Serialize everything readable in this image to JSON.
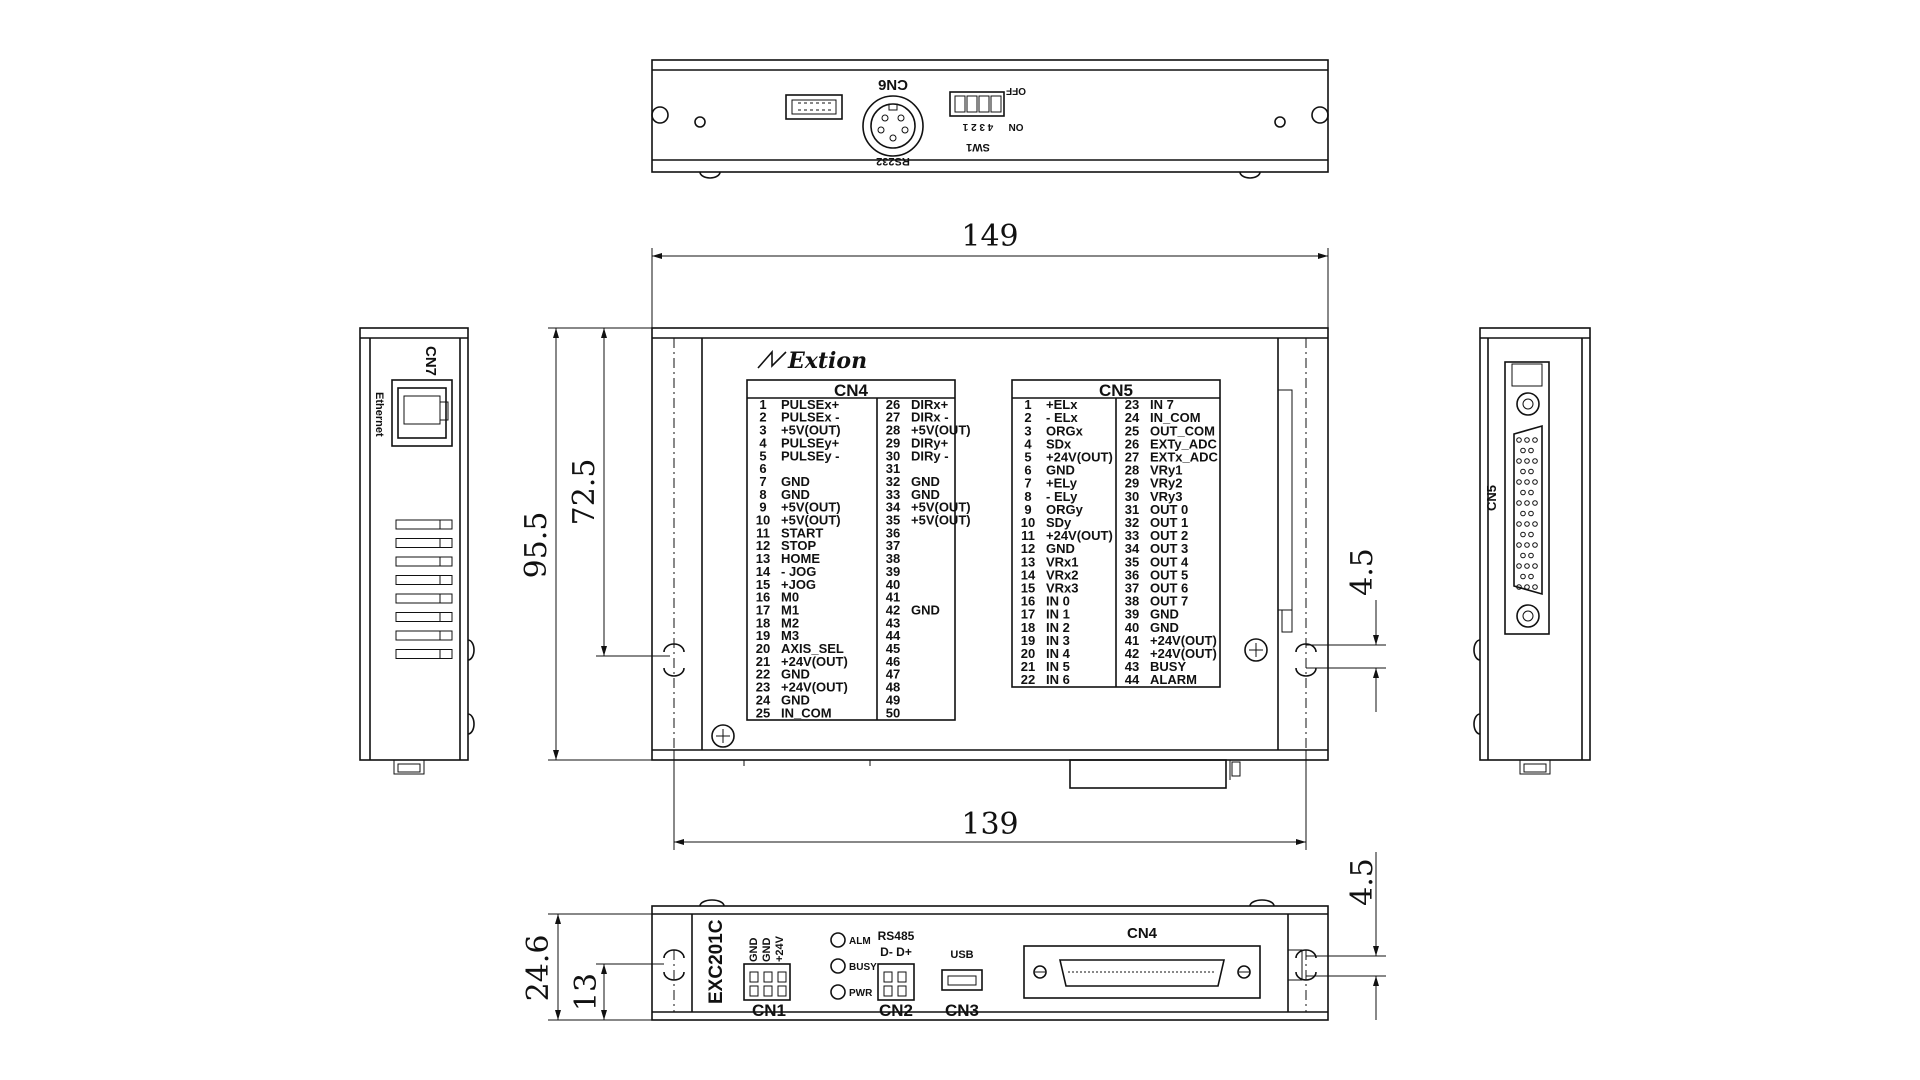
{
  "dimensions": {
    "top_width": "149",
    "bottom_width": "139",
    "left_total_height": "95.5",
    "left_inner_height": "72.5",
    "right_offset": "4.5",
    "front_offset": "4.5",
    "front_height": "24.6",
    "front_inner_height": "13"
  },
  "top_view": {
    "cn6_label": "CN6",
    "rs232_label": "RS232",
    "sw1_label": "SW1",
    "sw_numbers": "4 3 2 1",
    "on_label": "ON",
    "off_label": "OFF"
  },
  "main_view": {
    "logo": "Extion",
    "cn4": {
      "title": "CN4",
      "left": [
        [
          "1",
          "PULSEx+"
        ],
        [
          "2",
          "PULSEx -"
        ],
        [
          "3",
          "+5V(OUT)"
        ],
        [
          "4",
          "PULSEy+"
        ],
        [
          "5",
          "PULSEy -"
        ],
        [
          "6",
          ""
        ],
        [
          "7",
          "GND"
        ],
        [
          "8",
          "GND"
        ],
        [
          "9",
          "+5V(OUT)"
        ],
        [
          "10",
          "+5V(OUT)"
        ],
        [
          "11",
          "START"
        ],
        [
          "12",
          "STOP"
        ],
        [
          "13",
          "HOME"
        ],
        [
          "14",
          "- JOG"
        ],
        [
          "15",
          "+JOG"
        ],
        [
          "16",
          "M0"
        ],
        [
          "17",
          "M1"
        ],
        [
          "18",
          "M2"
        ],
        [
          "19",
          "M3"
        ],
        [
          "20",
          "AXIS_SEL"
        ],
        [
          "21",
          "+24V(OUT)"
        ],
        [
          "22",
          "GND"
        ],
        [
          "23",
          "+24V(OUT)"
        ],
        [
          "24",
          "GND"
        ],
        [
          "25",
          "IN_COM"
        ]
      ],
      "right": [
        [
          "26",
          "DIRx+"
        ],
        [
          "27",
          "DIRx -"
        ],
        [
          "28",
          "+5V(OUT)"
        ],
        [
          "29",
          "DIRy+"
        ],
        [
          "30",
          "DIRy -"
        ],
        [
          "31",
          ""
        ],
        [
          "32",
          "GND"
        ],
        [
          "33",
          "GND"
        ],
        [
          "34",
          "+5V(OUT)"
        ],
        [
          "35",
          "+5V(OUT)"
        ],
        [
          "36",
          ""
        ],
        [
          "37",
          ""
        ],
        [
          "38",
          ""
        ],
        [
          "39",
          ""
        ],
        [
          "40",
          ""
        ],
        [
          "41",
          ""
        ],
        [
          "42",
          "GND"
        ],
        [
          "43",
          ""
        ],
        [
          "44",
          ""
        ],
        [
          "45",
          ""
        ],
        [
          "46",
          ""
        ],
        [
          "47",
          ""
        ],
        [
          "48",
          ""
        ],
        [
          "49",
          ""
        ],
        [
          "50",
          ""
        ]
      ]
    },
    "cn5": {
      "title": "CN5",
      "left": [
        [
          "1",
          "+ELx"
        ],
        [
          "2",
          "- ELx"
        ],
        [
          "3",
          "ORGx"
        ],
        [
          "4",
          "SDx"
        ],
        [
          "5",
          "+24V(OUT)"
        ],
        [
          "6",
          "GND"
        ],
        [
          "7",
          "+ELy"
        ],
        [
          "8",
          "- ELy"
        ],
        [
          "9",
          "ORGy"
        ],
        [
          "10",
          "SDy"
        ],
        [
          "11",
          "+24V(OUT)"
        ],
        [
          "12",
          "GND"
        ],
        [
          "13",
          "VRx1"
        ],
        [
          "14",
          "VRx2"
        ],
        [
          "15",
          "VRx3"
        ],
        [
          "16",
          "IN 0"
        ],
        [
          "17",
          "IN 1"
        ],
        [
          "18",
          "IN 2"
        ],
        [
          "19",
          "IN 3"
        ],
        [
          "20",
          "IN 4"
        ],
        [
          "21",
          "IN 5"
        ],
        [
          "22",
          "IN 6"
        ]
      ],
      "right": [
        [
          "23",
          "IN 7"
        ],
        [
          "24",
          "IN_COM"
        ],
        [
          "25",
          "OUT_COM"
        ],
        [
          "26",
          "EXTy_ADC"
        ],
        [
          "27",
          "EXTx_ADC"
        ],
        [
          "28",
          "VRy1"
        ],
        [
          "29",
          "VRy2"
        ],
        [
          "30",
          "VRy3"
        ],
        [
          "31",
          "OUT 0"
        ],
        [
          "32",
          "OUT 1"
        ],
        [
          "33",
          "OUT 2"
        ],
        [
          "34",
          "OUT 3"
        ],
        [
          "35",
          "OUT 4"
        ],
        [
          "36",
          "OUT 5"
        ],
        [
          "37",
          "OUT 6"
        ],
        [
          "38",
          "OUT 7"
        ],
        [
          "39",
          "GND"
        ],
        [
          "40",
          "GND"
        ],
        [
          "41",
          "+24V(OUT)"
        ],
        [
          "42",
          "+24V(OUT)"
        ],
        [
          "43",
          "BUSY"
        ],
        [
          "44",
          "ALARM"
        ]
      ]
    }
  },
  "left_view": {
    "cn7_label": "CN7",
    "ethernet_label": "Ethernet"
  },
  "right_view": {
    "cn5_label": "CN5"
  },
  "front_view": {
    "model": "EXC201C",
    "cn1_label": "CN1",
    "cn1_pins": [
      "GND",
      "GND",
      "+24V"
    ],
    "alm": "ALM",
    "busy": "BUSY",
    "pwr": "PWR",
    "rs485": "RS485",
    "rs485_pins": "D- D+",
    "cn2_label": "CN2",
    "usb": "USB",
    "cn3_label": "CN3",
    "cn4_label": "CN4"
  }
}
